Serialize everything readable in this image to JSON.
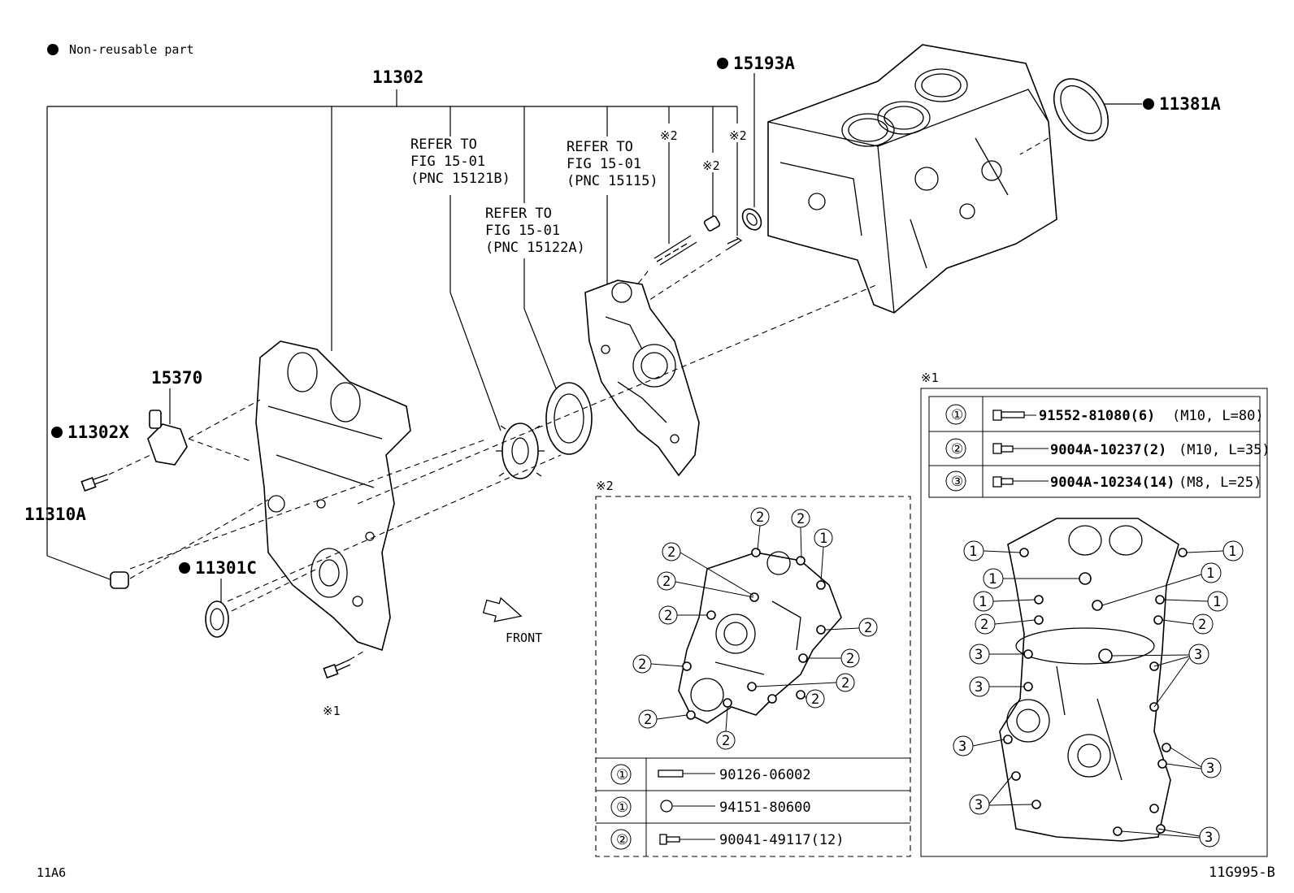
{
  "legend": {
    "text": "Non-reusable part"
  },
  "labels": {
    "main_assy": "11302",
    "seal_15193A": "15193A",
    "seal_11381A": "11381A",
    "sensor": "15370",
    "bolt_11302X": "11302X",
    "plug_11310A": "11310A",
    "seal_11301C": "11301C",
    "note_x1": "※1",
    "note_x2a": "※2",
    "note_x2b": "※2",
    "note_x2c": "※2",
    "note_bottom_x1": "※1",
    "front": "FRONT",
    "box1_title": "※1",
    "box2_title": "※2"
  },
  "refer_notes": [
    {
      "line1": "REFER TO",
      "line2": "FIG 15-01",
      "line3": "(PNC 15121B)"
    },
    {
      "line1": "REFER TO",
      "line2": "FIG 15-01",
      "line3": "(PNC 15115)"
    },
    {
      "line1": "REFER TO",
      "line2": "FIG 15-01",
      "line3": "(PNC 15122A)"
    }
  ],
  "table_x1": {
    "rows": [
      {
        "key": "①",
        "part": "91552-81080(6)",
        "spec": "(M10, L=80)"
      },
      {
        "key": "②",
        "part": "9004A-10237(2)",
        "spec": "(M10, L=35)"
      },
      {
        "key": "③",
        "part": "9004A-10234(14)",
        "spec": "(M8, L=25)"
      }
    ]
  },
  "table_x2": {
    "rows": [
      {
        "key": "①",
        "part": "90126-06002"
      },
      {
        "key": "①",
        "part": "94151-80600"
      },
      {
        "key": "②",
        "part": "90041-49117(12)"
      }
    ]
  },
  "callout_x2": {
    "one": "1",
    "two": "2"
  },
  "callout_x1": {
    "one": "1",
    "two": "2",
    "three": "3"
  },
  "footer": {
    "left": "11A6",
    "right": "11G995-B"
  }
}
